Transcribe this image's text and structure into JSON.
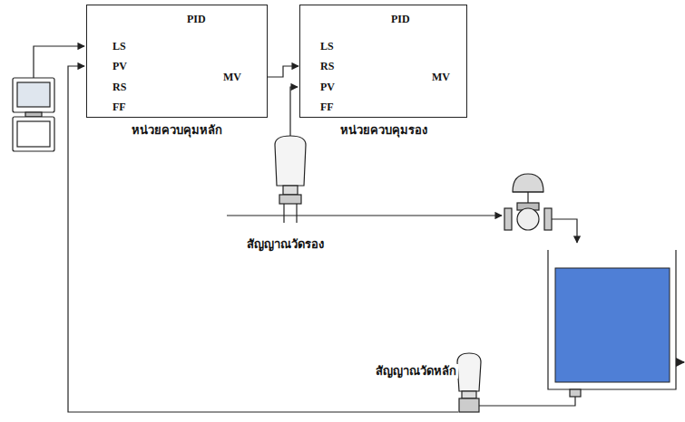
{
  "diagram": {
    "nodes": [
      {
        "text": [
          "PID",
          "LS",
          "PV",
          "RS",
          "FF",
          "MV",
          "หน่วยควบคุมหลัก"
        ]
      },
      {
        "text": [
          "PID",
          "LS",
          "RS",
          "PV",
          "FF",
          "MV",
          "หน่วยควบคุมรอง"
        ]
      }
    ],
    "edges": [
      {
        "from": 0,
        "to": 1,
        "arrow": "to"
      }
    ],
    "labels": [
      "สัญญาณวัดรอง",
      "สัญญาณวัดหลัก"
    ]
  }
}
